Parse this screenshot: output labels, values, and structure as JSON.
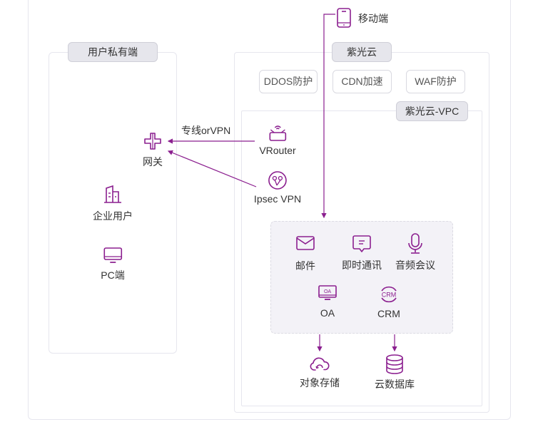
{
  "diagram": {
    "accent_color": "#8b1f8f",
    "groups": {
      "private": "用户私有端",
      "cloud": "紫光云",
      "vpc": "紫光云-VPC"
    },
    "mobile": {
      "label": "移动端",
      "icon": "mobile-phone-icon"
    },
    "cloud_services": [
      "DDOS防护",
      "CDN加速",
      "WAF防护"
    ],
    "private_nodes": [
      {
        "label": "网关",
        "icon": "gateway-icon"
      },
      {
        "label": "企业用户",
        "icon": "building-icon"
      },
      {
        "label": "PC端",
        "icon": "monitor-icon"
      }
    ],
    "vpc_nodes": [
      {
        "label": "VRouter",
        "icon": "router-icon"
      },
      {
        "label": "Ipsec VPN",
        "icon": "vpn-icon"
      }
    ],
    "connection_label": "专线orVPN",
    "apps": [
      {
        "label": "邮件",
        "icon": "mail-icon"
      },
      {
        "label": "即时通讯",
        "icon": "chat-icon"
      },
      {
        "label": "音频会议",
        "icon": "microphone-icon"
      },
      {
        "label": "OA",
        "icon": "oa-icon",
        "icon_text": "OA"
      },
      {
        "label": "CRM",
        "icon": "crm-icon",
        "icon_text": "CRM"
      }
    ],
    "storage": [
      {
        "label": "对象存储",
        "icon": "cloud-upload-icon"
      },
      {
        "label": "云数据库",
        "icon": "database-icon"
      }
    ]
  }
}
